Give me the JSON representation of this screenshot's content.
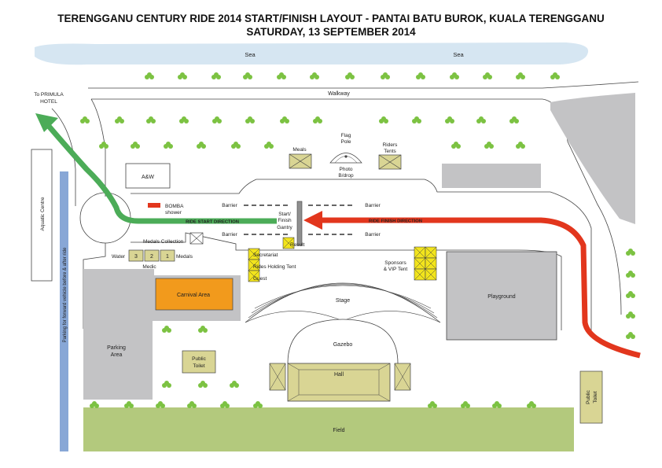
{
  "title": {
    "line1": "TERENGGANU CENTURY RIDE 2014 START/FINISH LAYOUT - PANTAI BATU BUROK, KUALA TERENGGANU",
    "line2": "SATURDAY, 13 SEPTEMBER 2014"
  },
  "labels": {
    "sea_left": "Sea",
    "sea_right": "Sea",
    "walkway": "Walkway",
    "to_primula_1": "To PRIMULA",
    "to_primula_2": "HOTEL",
    "aquatic_centre": "Aquatic Centre",
    "parking_strip": "Parking for forward vehicle before & after ride",
    "aw": "A&W",
    "meals": "Meals",
    "flag_pole_1": "Flag",
    "flag_pole_2": "Pole",
    "photo_1": "Photo",
    "photo_2": "B/drop",
    "riders_tents_1": "Riders",
    "riders_tents_2": "Tents",
    "bomba_1": "BOMBA",
    "bomba_2": "shower",
    "barrier_tl": "Barrier",
    "barrier_bl": "Barrier",
    "barrier_tr": "Barrier",
    "barrier_br": "Barrier",
    "gantry_1": "Start/",
    "gantry_2": "Finish",
    "gantry_3": "Gantry",
    "ride_start_direction": "RIDE START DIRECTION",
    "ride_finish_direction": "RIDE FINISH DIRECTION",
    "medals_collection": "Medals Collection",
    "water": "Water",
    "medals": "Medals",
    "medic": "Medic",
    "box_3": "3",
    "box_2": "2",
    "box_1": "1",
    "result": "Result",
    "secretariat": "Secretariat",
    "riders_holding_tent": "Rides Holding Tent",
    "guest": "Guest",
    "sponsors_1": "Sponsors",
    "sponsors_2": "& VIP Tent",
    "carnival_area": "Carnival Area",
    "stage": "Stage",
    "playground": "Playground",
    "parking_area_1": "Parking",
    "parking_area_2": "Area",
    "gazebo": "Gazebo",
    "public_toilet_1": "Public",
    "public_toilet_2": "Toilet",
    "hall": "Hall",
    "right_toilet_1": "Public",
    "right_toilet_2": "Toilet",
    "field": "Field"
  },
  "colors": {
    "sea": "#d6e6f2",
    "grey_area": "#c3c3c5",
    "road_outline": "#444444",
    "field": "#b3c97d",
    "tent": "#d9d594",
    "tent_yellow": "#f2e41c",
    "carnival": "#f29a1c",
    "start_arrow": "#4cac58",
    "finish_arrow": "#e2361d",
    "bomba": "#e2361d",
    "parking_strip": "#88a7d6",
    "tree": "#7cc242",
    "start_text": "#f2e41c",
    "finish_text": "#f2e41c"
  }
}
